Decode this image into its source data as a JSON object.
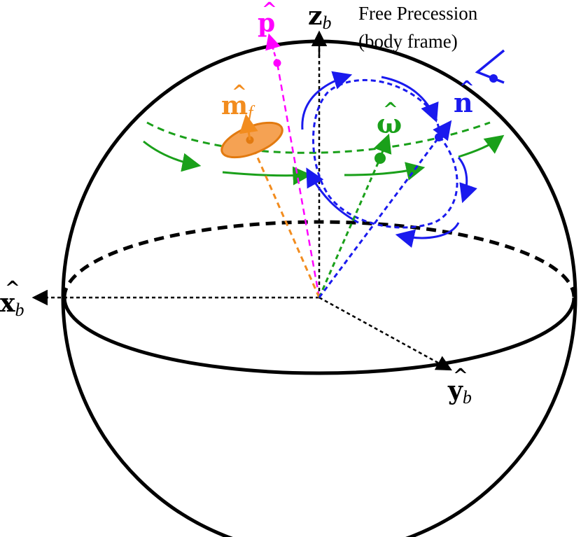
{
  "title": {
    "line1": "Free Precession",
    "line2": "(body frame)"
  },
  "axes": {
    "x": {
      "symbol": "x",
      "subscript": "b"
    },
    "y": {
      "symbol": "y",
      "subscript": "b"
    },
    "z": {
      "symbol": "z",
      "subscript": "b"
    }
  },
  "vectors": {
    "p": {
      "symbol": "p"
    },
    "m": {
      "symbol": "m",
      "subscript": "f"
    },
    "omega": {
      "symbol": "ω"
    },
    "n": {
      "symbol": "n"
    }
  },
  "colors": {
    "axes": "#000000",
    "p": "#ff00ff",
    "m": "#f28c1e",
    "omega": "#1aa01a",
    "n": "#1a1aee"
  }
}
